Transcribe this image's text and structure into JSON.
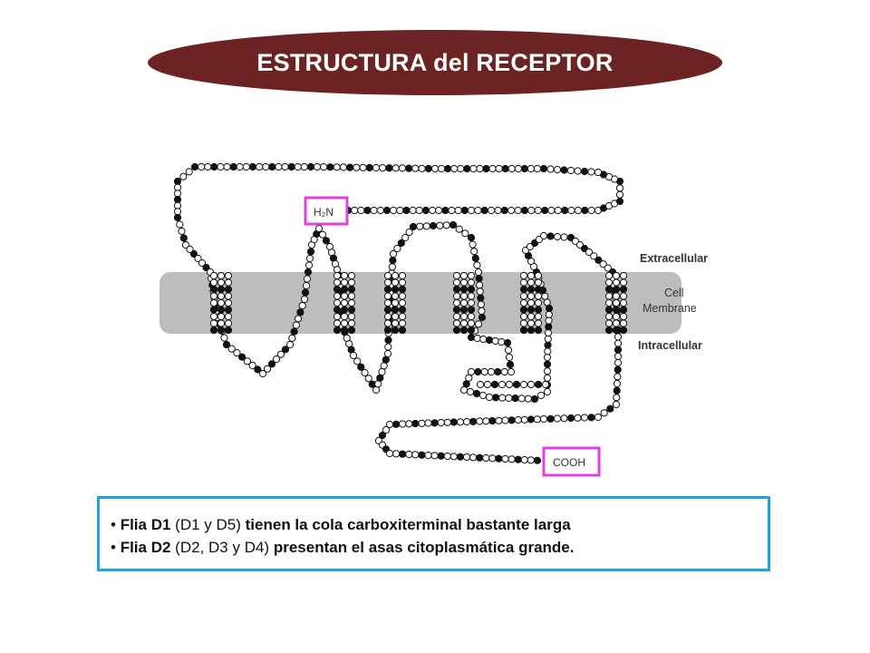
{
  "slide": {
    "title": "ESTRUCTURA del RECEPTOR"
  },
  "diagram": {
    "labels": {
      "n_terminus": "H₂N",
      "c_terminus": "COOH",
      "extracellular": "Extracellular",
      "membrane_line1": "Cell",
      "membrane_line2": "Membrane",
      "intracellular": "Intracellular"
    },
    "colors": {
      "membrane": "#bdbdbd",
      "highlight_box": "#e040e0",
      "bead_dark": "#111111",
      "bead_light": "#ffffff"
    }
  },
  "notes": {
    "items": [
      {
        "bullet": "•",
        "family": "Flia D1",
        "members": "(D1 y D5)",
        "text": "tienen la cola carboxiterminal bastante larga"
      },
      {
        "bullet": "•",
        "family": "Flia D2",
        "members": "(D2, D3 y D4)",
        "text": "presentan el asas citoplasmática grande."
      }
    ],
    "border_color": "#1aa3e8"
  },
  "title_color": "#6b2323"
}
